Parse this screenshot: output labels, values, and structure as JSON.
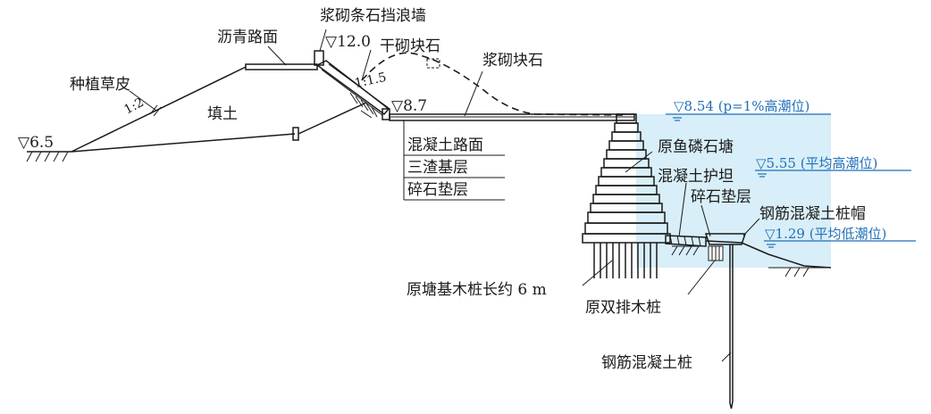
{
  "labels": {
    "grass": "种植草皮",
    "asphalt": "沥青路面",
    "masonry_wall": "浆砌条石挡浪墙",
    "dry_block": "干砌块石",
    "mortar_block": "浆砌块石",
    "fill": "填土",
    "slope_left": "1:2",
    "slope_mid": "1:1.5",
    "concrete_road": "混凝土路面",
    "slag_base": "三渣基层",
    "gravel_base": "碎石垫层",
    "fishscale": "原鱼磷石塘",
    "concrete_apron": "混凝土护坦",
    "gravel_base2": "碎石垫层",
    "pile_cap": "钢筋混凝土桩帽",
    "wood_piles": "原塘基木桩长约 6 m",
    "double_piles": "原双排木桩",
    "rc_pile": "钢筋混凝土桩"
  },
  "elevations": {
    "left_ground": "▽6.5",
    "wall_top": "▽12.0",
    "road": "▽8.7",
    "high_tide_1pct": "▽8.54 (p=1%高潮位)",
    "mean_high_tide": "▽5.55 (平均高潮位)",
    "mean_low_tide": "▽1.29 (平均低潮位)"
  },
  "colors": {
    "water": "#d8eef8",
    "water_text": "#1f6fb8",
    "line": "#1a1a1a"
  }
}
